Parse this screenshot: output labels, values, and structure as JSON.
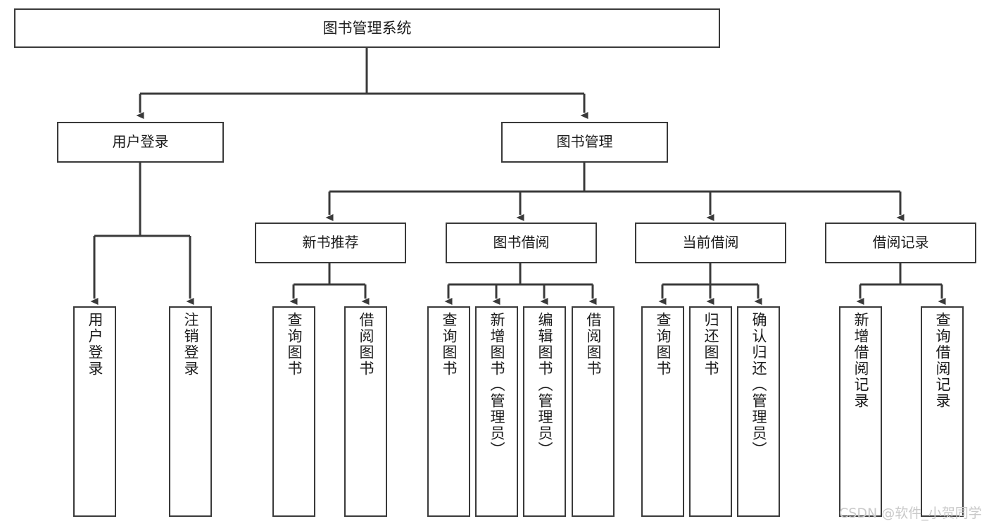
{
  "diagram": {
    "title": "图书管理系统",
    "watermark": "CSDN @软件_小贺同学",
    "colors": {
      "background": "#ffffff",
      "box_border": "#3a3a3a",
      "connector": "#3a3a3a",
      "text": "#1c1c1c",
      "watermark": "#c9c9c9"
    },
    "root": {
      "label": "图书管理系统"
    },
    "level2": [
      {
        "label": "用户登录"
      },
      {
        "label": "图书管理"
      }
    ],
    "level3": [
      {
        "label": "新书推荐"
      },
      {
        "label": "图书借阅"
      },
      {
        "label": "当前借阅"
      },
      {
        "label": "借阅记录"
      }
    ],
    "leaves": {
      "user_login": [
        {
          "label": "用户登录"
        },
        {
          "label": "注销登录"
        }
      ],
      "new_book": [
        {
          "label": "查询图书"
        },
        {
          "label": "借阅图书"
        }
      ],
      "book_borrow": [
        {
          "label": "查询图书"
        },
        {
          "label": "新增图书（管理员）"
        },
        {
          "label": "编辑图书（管理员）"
        },
        {
          "label": "借阅图书"
        }
      ],
      "current_borrow": [
        {
          "label": "查询图书"
        },
        {
          "label": "归还图书"
        },
        {
          "label": "确认归还（管理员）"
        }
      ],
      "borrow_record": [
        {
          "label": "新增借阅记录"
        },
        {
          "label": "查询借阅记录"
        }
      ]
    }
  }
}
